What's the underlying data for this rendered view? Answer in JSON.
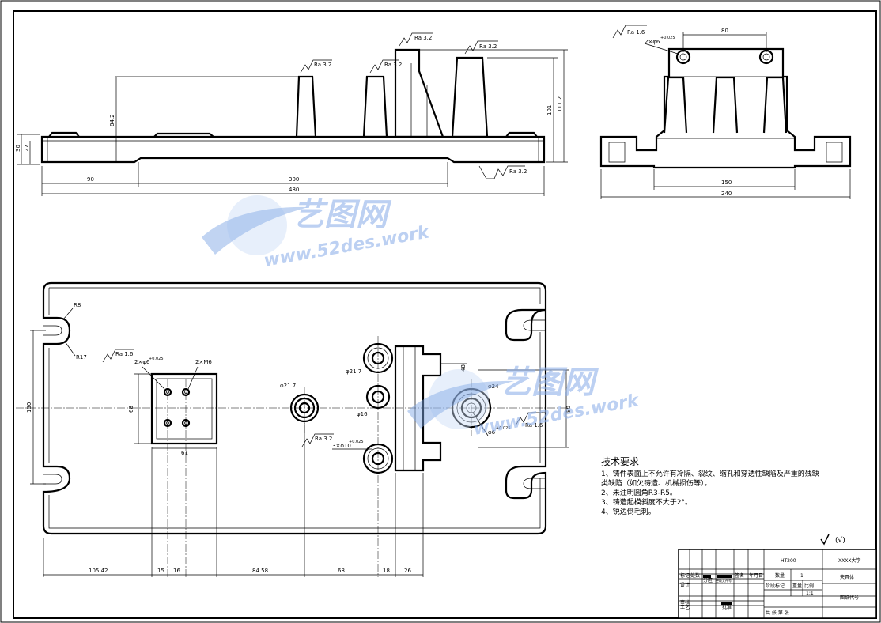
{
  "front_view": {
    "dims": {
      "d30": "30",
      "d27": "27",
      "d84_2": "84.2",
      "d101": "101",
      "d111_2": "111.2",
      "d90": "90",
      "d300": "300",
      "d480": "480"
    },
    "roughness": [
      "Ra 3.2",
      "Ra 3.2",
      "Ra 3.2",
      "Ra 3.2",
      "Ra 3.2"
    ]
  },
  "side_view": {
    "dims": {
      "d80": "80",
      "d150": "150",
      "d240": "240"
    },
    "roughness": "Ra 1.6",
    "pin_hole": "2×φ6",
    "pin_tol": "+0.025"
  },
  "top_view": {
    "dims": {
      "r8": "R8",
      "r17": "R17",
      "d150": "150",
      "d68_v": "68",
      "d61": "61",
      "d21_7": "φ21.7",
      "d21_7b": "φ21.7",
      "d16": "φ16",
      "d24": "φ24",
      "d80": "80",
      "d48": "48",
      "holes_6": "2×φ6",
      "m6": "2×M6",
      "holes_10": "3×φ10",
      "hole_6b": "φ6",
      "tol1": "+0.025",
      "tol2": "+0.025",
      "tol3": "+0.025"
    },
    "bottom_dims": [
      "105.42",
      "15",
      "16",
      "84.58",
      "68",
      "18",
      "26"
    ],
    "roughness": [
      "Ra 1.6",
      "Ra 3.2",
      "Ra 1.6"
    ]
  },
  "notes": {
    "title": "技术要求",
    "lines": [
      "1、铸件表面上不允许有冷隔、裂纹、缩孔和穿透性缺陷及严重的残缺",
      "类缺陷（如欠铸造、机械损伤等）。",
      "2、未注明圆角R3-R5。",
      "3、铸造起模斜度不大于2°。",
      "4、锐边倒毛刺。"
    ]
  },
  "roughness_mark": "(√)",
  "title_block": {
    "material": "HT200",
    "school": "XXXX大学",
    "qty_label": "数量",
    "qty": "1",
    "part_name": "夹具体",
    "stage_label": "阶段标记",
    "weight_label": "重量",
    "scale_label": "比例",
    "scale": "1:1",
    "drawing_no": "图纸代号",
    "sheets": "共    张    第    张",
    "row_labels": [
      "标记",
      "处数",
      "分区",
      "更改文件号",
      "签名",
      "年月日"
    ],
    "design": "设计",
    "check": "审核",
    "craft": "工艺",
    "approve": "批准"
  },
  "watermark": {
    "brand": "艺图网",
    "url": "www.52des.work"
  }
}
